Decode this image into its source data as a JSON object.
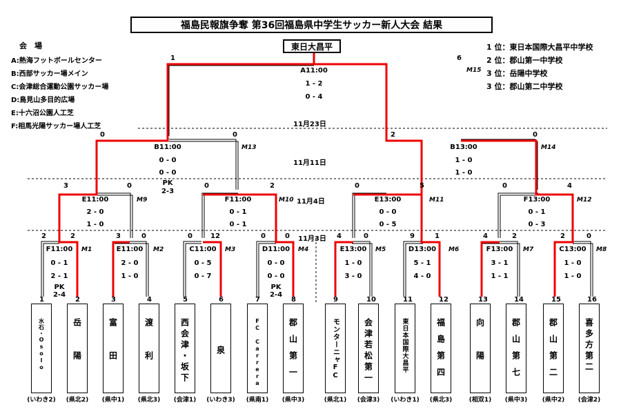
{
  "title": "福島民報旗争奪 第36回福島県中学生サッカー新人大会 結果",
  "champion": "東日大昌平",
  "venue_heading": "会　場",
  "venues": [
    "A:熱海フットボールセンター",
    "B:西部サッカー場メイン",
    "C:会津総合運動公園サッカー場",
    "D:鳥見山多目的広場",
    "E:十六沼公園人工芝",
    "F:相馬光陽サッカー場人工芝"
  ],
  "rankings": [
    {
      "rank": "1 位",
      "team": "東日本国際大昌平中学校"
    },
    {
      "rank": "2 位",
      "team": "郡山第一中学校"
    },
    {
      "rank": "3 位",
      "team": "岳陽中学校"
    },
    {
      "rank": "3 位",
      "team": "郡山第二中学校"
    }
  ],
  "dates": {
    "final": "11月23日",
    "r3": "11月11日",
    "r2": "11月4日",
    "r1": "11月3日"
  },
  "teams": [
    {
      "no": "1",
      "name": "水石・Osolo",
      "pref": "(いわき2)"
    },
    {
      "no": "2",
      "name": "岳　　陽",
      "pref": "(県北2)"
    },
    {
      "no": "3",
      "name": "富　　田",
      "pref": "(県中1)"
    },
    {
      "no": "4",
      "name": "渡　　利",
      "pref": "(県北3)"
    },
    {
      "no": "5",
      "name": "西会津・坂下",
      "pref": "(会津1)"
    },
    {
      "no": "6",
      "name": "泉",
      "pref": "(いわき3)"
    },
    {
      "no": "7",
      "name": "FC Carrera",
      "pref": "(県南1)"
    },
    {
      "no": "8",
      "name": "郡山第一",
      "pref": "(県中3)"
    },
    {
      "no": "9",
      "name": "モンターニャFC",
      "pref": "(県北1)"
    },
    {
      "no": "10",
      "name": "会津若松第一",
      "pref": "(会津3)"
    },
    {
      "no": "11",
      "name": "東日本国際大昌平",
      "pref": "(いわき1)"
    },
    {
      "no": "12",
      "name": "福島第四",
      "pref": "(県北3)"
    },
    {
      "no": "13",
      "name": "向　　陽",
      "pref": "(相双1)"
    },
    {
      "no": "14",
      "name": "郡山第七",
      "pref": "(県中3)"
    },
    {
      "no": "15",
      "name": "郡山第二",
      "pref": "(県中2)"
    },
    {
      "no": "16",
      "name": "喜多方第二",
      "pref": "(会津2)"
    }
  ],
  "matches": {
    "m1": {
      "label": "M1",
      "venue_time": "F11:00",
      "s1": "0 - 1",
      "s2": "2 - 1",
      "pk": "PK",
      "pks": "2-4",
      "l": "2",
      "r": "2"
    },
    "m2": {
      "label": "M2",
      "venue_time": "E11:00",
      "s1": "2 - 0",
      "s2": "1 - 0",
      "l": "3",
      "r": "0"
    },
    "m3": {
      "label": "M3",
      "venue_time": "C11:00",
      "s1": "0 - 5",
      "s2": "0 - 7",
      "l": "0",
      "r": "12"
    },
    "m4": {
      "label": "M4",
      "venue_time": "D11:00",
      "s1": "0 - 0",
      "s2": "0 - 0",
      "pk": "PK",
      "pks": "2-4",
      "l": "0",
      "r": "0"
    },
    "m5": {
      "label": "M5",
      "venue_time": "E13:00",
      "s1": "1 - 0",
      "s2": "3 - 0",
      "l": "4",
      "r": "0"
    },
    "m6": {
      "label": "M6",
      "venue_time": "D13:00",
      "s1": "5 - 1",
      "s2": "4 - 0",
      "l": "9",
      "r": "1"
    },
    "m7": {
      "label": "M7",
      "venue_time": "F13:00",
      "s1": "3 - 1",
      "s2": "1 - 1",
      "l": "4",
      "r": "2"
    },
    "m8": {
      "label": "M8",
      "venue_time": "C13:00",
      "s1": "1 - 0",
      "s2": "1 - 0",
      "l": "2",
      "r": "0"
    },
    "m9": {
      "label": "M9",
      "venue_time": "E11:00",
      "s1": "2 - 0",
      "s2": "1 - 0",
      "l": "3",
      "r": "0"
    },
    "m10": {
      "label": "M10",
      "venue_time": "F11:00",
      "s1": "0 - 1",
      "s2": "0 - 1",
      "l": "0",
      "r": "2"
    },
    "m11": {
      "label": "M11",
      "venue_time": "E13:00",
      "s1": "0 - 0",
      "s2": "0 - 5",
      "l": "0",
      "r": "5"
    },
    "m12": {
      "label": "M12",
      "venue_time": "F13:00",
      "s1": "0 - 1",
      "s2": "0 - 3",
      "l": "0",
      "r": "4"
    },
    "m13": {
      "label": "M13",
      "venue_time": "B11:00",
      "s1": "0 - 0",
      "s2": "0 - 0",
      "pk": "PK",
      "pks": "2-3",
      "l": "0",
      "r": "0"
    },
    "m14": {
      "label": "M14",
      "venue_time": "B13:00",
      "s1": "1 - 0",
      "s2": "1 - 0",
      "l": "2",
      "r": "0"
    },
    "m15": {
      "label": "M15",
      "venue_time": "A11:00",
      "s1": "1 - 2",
      "s2": "0 - 4",
      "l": "1",
      "r": "6"
    }
  }
}
